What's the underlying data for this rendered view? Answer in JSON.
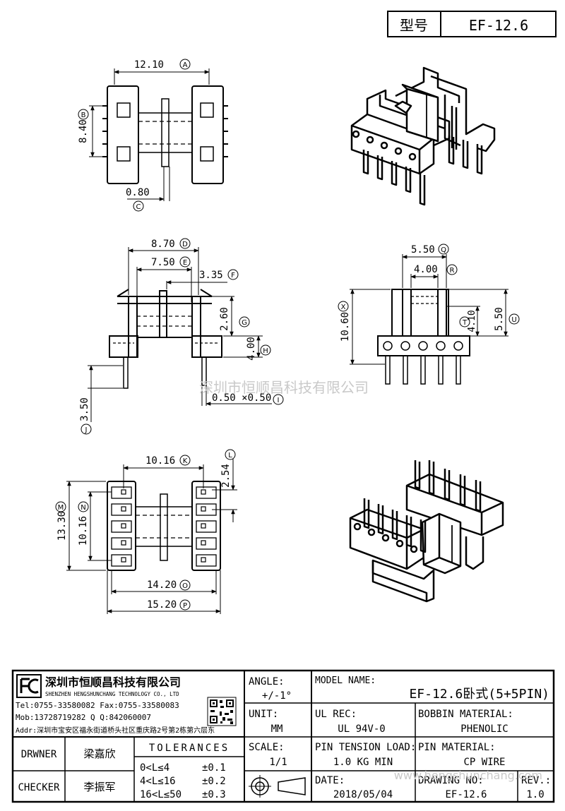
{
  "header": {
    "model_label": "型号",
    "model_value": "EF-12.6"
  },
  "dimensions": {
    "A": {
      "value": "12.10",
      "letter": "A"
    },
    "B": {
      "value": "8.40",
      "letter": "B"
    },
    "C": {
      "value": "0.80",
      "letter": "C"
    },
    "D": {
      "value": "8.70",
      "letter": "D"
    },
    "E": {
      "value": "7.50",
      "letter": "E"
    },
    "F": {
      "value": "3.35",
      "letter": "F"
    },
    "G": {
      "value": "2.60",
      "letter": "G"
    },
    "H": {
      "value": "4.00",
      "letter": "H"
    },
    "I": {
      "value": "0.50 ×0.50",
      "letter": "I"
    },
    "J": {
      "value": "3.50",
      "letter": "J"
    },
    "K": {
      "value": "10.16",
      "letter": "K"
    },
    "L": {
      "value": "2.54",
      "letter": "L"
    },
    "M": {
      "value": "13.30",
      "letter": "M"
    },
    "N": {
      "value": "10.16",
      "letter": "N"
    },
    "O": {
      "value": "14.20",
      "letter": "O"
    },
    "P": {
      "value": "15.20",
      "letter": "P"
    },
    "Q": {
      "value": "5.50",
      "letter": "Q"
    },
    "R": {
      "value": "4.00",
      "letter": "R"
    },
    "T": {
      "value": "4.10",
      "letter": "T"
    },
    "U": {
      "value": "5.50",
      "letter": "U"
    },
    "X": {
      "value": "10.60",
      "letter": "X"
    }
  },
  "watermark": "深圳市恒顺昌科技有限公司",
  "watermark_url": "www.hengshunchang.com",
  "company": {
    "name_cn": "深圳市恒顺昌科技有限公司",
    "name_en": "SHENZHEN HENGSHUNCHANG TECHNOLOGY CO., LTD",
    "tel": "Tel:0755-33580082 Fax:0755-33580083",
    "mob": "Mob:13728719282    Q  Q:842060007",
    "addr": "Addr:深圳市宝安区福永街道桥头社区重庆路2号第2栋第六层东"
  },
  "title_block": {
    "angle_label": "ANGLE:",
    "angle_value": "+/-1°",
    "unit_label": "UNIT:",
    "unit_value": "MM",
    "scale_label": "SCALE:",
    "scale_value": "1/1",
    "model_name_label": "MODEL NAME:",
    "model_name_value": "EF-12.6卧式(5+5PIN)",
    "ul_label": "UL REC:",
    "ul_value": "UL 94V-0",
    "bobbin_label": "BOBBIN MATERIAL:",
    "bobbin_value": "PHENOLIC",
    "pin_tension_label": "PIN TENSION LOAD:",
    "pin_tension_value": "1.0 KG MIN",
    "pin_material_label": "PIN MATERIAL:",
    "pin_material_value": "CP WIRE",
    "date_label": "DATE:",
    "date_value": "2018/05/04",
    "drawing_no_label": "DRAWING NO:",
    "drawing_no_value": "EF-12.6",
    "rev_label": "REV.:",
    "rev_value": "1.0",
    "drawer_label": "DRWNER",
    "drawer_value": "梁嘉欣",
    "checker_label": "CHECKER",
    "checker_value": "李振军",
    "tolerances_label": "TOLERANCES",
    "tolerances": [
      {
        "range": "0<L≤4",
        "tol": "±0.1"
      },
      {
        "range": "4<L≤16",
        "tol": "±0.2"
      },
      {
        "range": "16<L≤50",
        "tol": "±0.3"
      }
    ]
  }
}
